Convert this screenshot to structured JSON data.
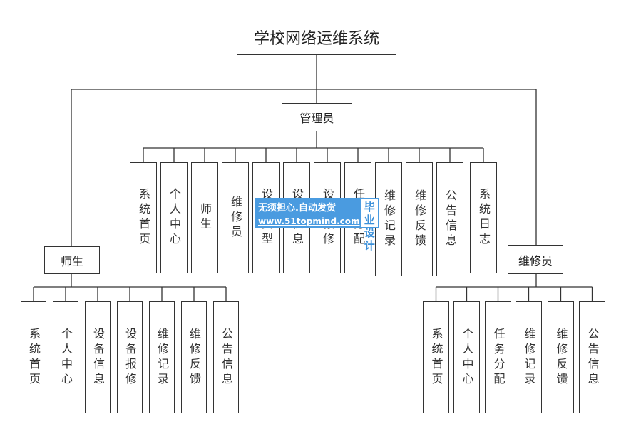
{
  "title": "学校网络运维系统",
  "admin": {
    "label": "管理员",
    "modules": [
      "系统首页",
      "个人中心",
      "师生",
      "维修员",
      "设备类型",
      "设备信息",
      "设备报修",
      "任务分配",
      "维修记录",
      "维修反馈",
      "公告信息",
      "系统日志"
    ]
  },
  "teacher": {
    "label": "师生",
    "modules": [
      "系统首页",
      "个人中心",
      "设备信息",
      "设备报修",
      "维修记录",
      "维修反馈",
      "公告信息"
    ]
  },
  "repair": {
    "label": "维修员",
    "modules": [
      "系统首页",
      "个人中心",
      "任务分配",
      "维修记录",
      "维修反馈",
      "公告信息"
    ]
  },
  "watermark": {
    "line1": "无须担心.自动发货",
    "line2": "www.51topmind.com",
    "badge1": "毕业",
    "badge2": "设计"
  }
}
